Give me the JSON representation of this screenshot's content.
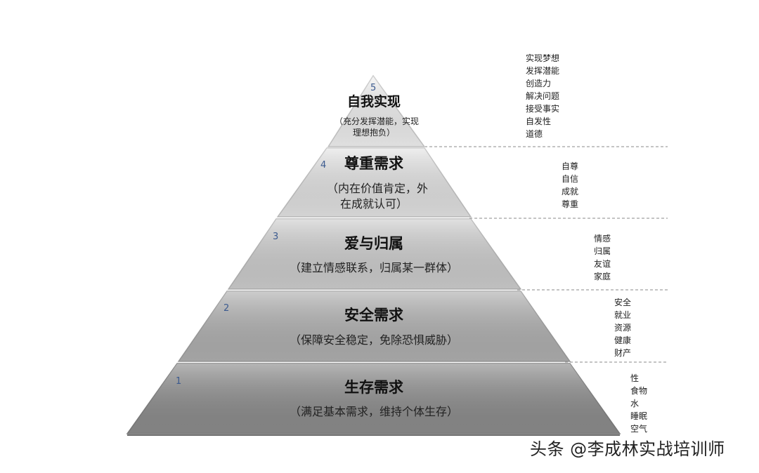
{
  "pyramid": {
    "levels": [
      {
        "number": "5",
        "title": "自我实现",
        "desc_line1": "（充分发挥潜能，实现",
        "desc_line2": "理想抱负）",
        "traits": [
          "实现梦想",
          "发挥潜能",
          "创造力",
          "解决问题",
          "接受事实",
          "自发性",
          "道德"
        ]
      },
      {
        "number": "4",
        "title": "尊重需求",
        "desc_line1": "（内在价值肯定，外",
        "desc_line2": "在成就认可）",
        "traits": [
          "自尊",
          "自信",
          "成就",
          "尊重"
        ]
      },
      {
        "number": "3",
        "title": "爱与归属",
        "desc_line1": "（建立情感联系，归属某一群体）",
        "desc_line2": "",
        "traits": [
          "情感",
          "归属",
          "友谊",
          "家庭"
        ]
      },
      {
        "number": "2",
        "title": "安全需求",
        "desc_line1": "（保障安全稳定，免除恐惧威胁）",
        "desc_line2": "",
        "traits": [
          "安全",
          "就业",
          "资源",
          "健康",
          "财产"
        ]
      },
      {
        "number": "1",
        "title": "生存需求",
        "desc_line1": "（满足基本需求，维持个体生存）",
        "desc_line2": "",
        "traits": [
          "性",
          "食物",
          "水",
          "睡眠",
          "空气"
        ]
      }
    ]
  },
  "colors": {
    "tier5": "#f3f3f3",
    "tier4": "#e6e6e6",
    "tier3": "#d0d0d0",
    "tier2": "#b2b2b2",
    "tier1": "#8e8e8e"
  },
  "watermark": "头条 @李成林实战培训师"
}
